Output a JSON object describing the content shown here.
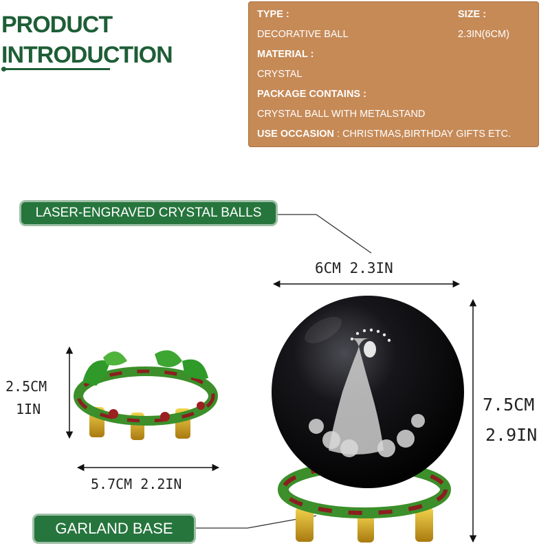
{
  "heading": {
    "line1": "PRODUCT",
    "line2": "INTRODUCTION"
  },
  "specs": {
    "type_label": "TYPE :",
    "type_value": "DECORATIVE BALL",
    "size_label": "SIZE :",
    "size_value": "2.3IN(6CM)",
    "material_label": "MATERIAL :",
    "material_value": "CRYSTAL",
    "package_label": "PACKAGE CONTAINS :",
    "package_value": "CRYSTAL BALL WITH METALSTAND",
    "occasion_label": "USE OCCASION",
    "occasion_value": " : CHRISTMAS,BIRTHDAY GIFTS ETC."
  },
  "callouts": {
    "crystal": "LASER-ENGRAVED CRYSTAL BALLS",
    "base": "GARLAND BASE"
  },
  "dimensions": {
    "ball_width": "6CM 2.3IN",
    "total_height_cm": "7.5CM",
    "total_height_in": "2.9IN",
    "base_height_cm": "2.5CM",
    "base_height_in": "1IN",
    "base_width": "5.7CM 2.2IN"
  },
  "colors": {
    "green": "#26753d",
    "tan": "#c68a57",
    "dark_green": "#1e5e36"
  }
}
